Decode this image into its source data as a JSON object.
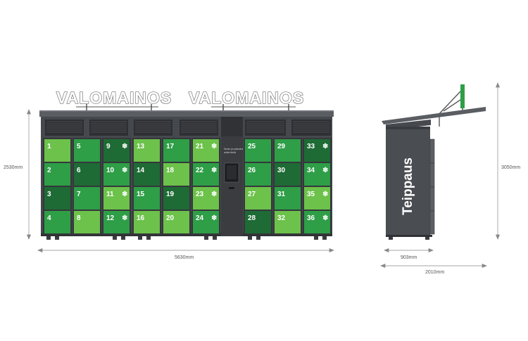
{
  "sign_text": [
    "VALOMAINOS",
    "VALOMAINOS"
  ],
  "side_label": "Teippaus",
  "dimensions": {
    "front_height": "2530mm",
    "front_width": "5630mm",
    "side_height": "3050mm",
    "side_depth": "903mm",
    "side_total": "2010mm"
  },
  "screen": {
    "line1": "Nouto ja palautus",
    "line2": "aloita tästä"
  },
  "colors": {
    "cabinet": "#4a4d52",
    "cabinet_dark": "#35373b",
    "light_green": "#6cc24a",
    "mid_green": "#2e9e47",
    "dark_green": "#1e6b35"
  },
  "columns": [
    {
      "refrigerated": false,
      "lockers": [
        {
          "number": "1",
          "shade": "light"
        },
        {
          "number": "2",
          "shade": "mid"
        },
        {
          "number": "3",
          "shade": "dark"
        },
        {
          "number": "4",
          "shade": "mid"
        }
      ]
    },
    {
      "refrigerated": false,
      "lockers": [
        {
          "number": "5",
          "shade": "mid"
        },
        {
          "number": "6",
          "shade": "dark"
        },
        {
          "number": "7",
          "shade": "mid"
        },
        {
          "number": "8",
          "shade": "light"
        }
      ]
    },
    {
      "refrigerated": true,
      "lockers": [
        {
          "number": "9",
          "shade": "dark"
        },
        {
          "number": "10",
          "shade": "mid"
        },
        {
          "number": "11",
          "shade": "light"
        },
        {
          "number": "12",
          "shade": "mid"
        }
      ]
    },
    {
      "refrigerated": false,
      "lockers": [
        {
          "number": "13",
          "shade": "light"
        },
        {
          "number": "14",
          "shade": "dark"
        },
        {
          "number": "15",
          "shade": "mid"
        },
        {
          "number": "16",
          "shade": "light"
        }
      ]
    },
    {
      "refrigerated": false,
      "lockers": [
        {
          "number": "17",
          "shade": "mid"
        },
        {
          "number": "18",
          "shade": "light"
        },
        {
          "number": "19",
          "shade": "dark"
        },
        {
          "number": "20",
          "shade": "light"
        }
      ]
    },
    {
      "refrigerated": true,
      "lockers": [
        {
          "number": "21",
          "shade": "light"
        },
        {
          "number": "22",
          "shade": "mid"
        },
        {
          "number": "23",
          "shade": "light"
        },
        {
          "number": "24",
          "shade": "mid"
        }
      ]
    },
    {
      "refrigerated": false,
      "lockers": [
        {
          "number": "25",
          "shade": "mid"
        },
        {
          "number": "26",
          "shade": "mid"
        },
        {
          "number": "27",
          "shade": "light"
        },
        {
          "number": "28",
          "shade": "dark"
        }
      ]
    },
    {
      "refrigerated": false,
      "lockers": [
        {
          "number": "29",
          "shade": "mid"
        },
        {
          "number": "30",
          "shade": "dark"
        },
        {
          "number": "31",
          "shade": "mid"
        },
        {
          "number": "32",
          "shade": "light"
        }
      ]
    },
    {
      "refrigerated": true,
      "lockers": [
        {
          "number": "33",
          "shade": "dark"
        },
        {
          "number": "34",
          "shade": "mid"
        },
        {
          "number": "35",
          "shade": "light"
        },
        {
          "number": "36",
          "shade": "mid"
        }
      ]
    }
  ]
}
